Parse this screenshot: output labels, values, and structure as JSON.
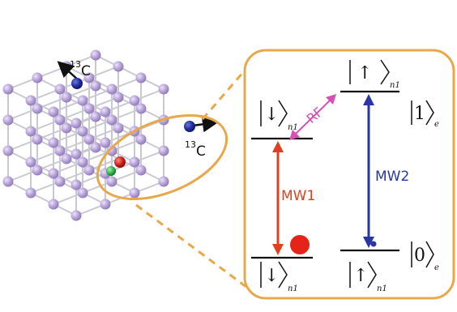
{
  "diagram": {
    "isotope_label_top": {
      "sup": "13",
      "sym": "C"
    },
    "isotope_label_right": {
      "sup": "13",
      "sym": "C"
    },
    "levels": {
      "top_right_ket": {
        "arrow": "↑",
        "sub": "n1"
      },
      "top_left_ket": {
        "arrow": "↓",
        "sub": "n1"
      },
      "electron_one": {
        "val": "1",
        "sub": "e"
      },
      "bottom_left_ket": {
        "arrow": "↓",
        "sub": "n1"
      },
      "bottom_right_ket": {
        "arrow": "↑",
        "sub": "n1"
      },
      "electron_zero": {
        "val": "0",
        "sub": "e"
      }
    },
    "transitions": {
      "rf": "RF",
      "mw1": "MW1",
      "mw2": "MW2"
    },
    "colors": {
      "frame": "#e8a84a",
      "lattice_atom": "#b7a3d8",
      "carbon13": "#1f2a9a",
      "nv_red": "#e0221a",
      "nv_green": "#2fb24a",
      "rf": "#d64fb4",
      "mw1": "#e0401f",
      "mw2": "#2a36a8",
      "bond": "#c9c9d2"
    }
  }
}
